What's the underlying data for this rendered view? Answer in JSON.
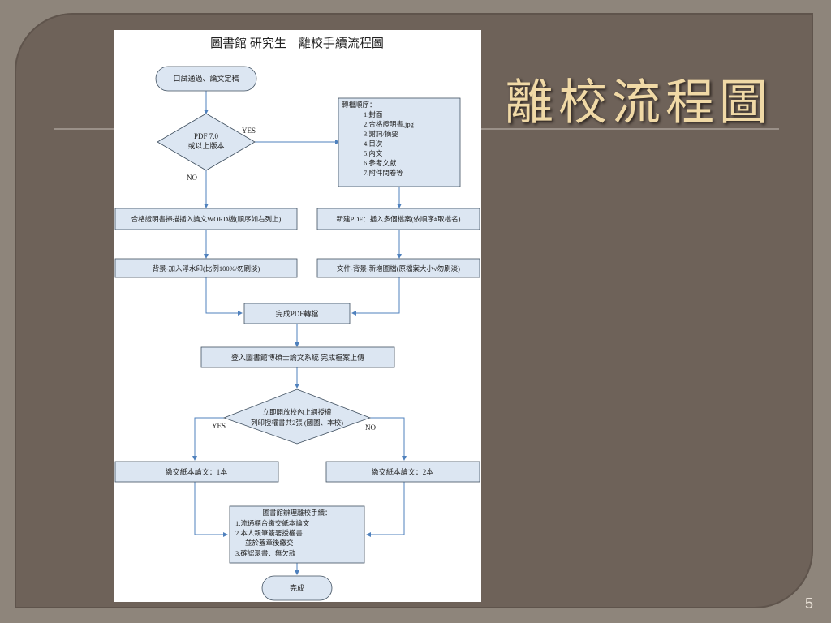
{
  "slide": {
    "title": "離校流程圖",
    "page_number": "5"
  },
  "flowchart": {
    "heading": "圖書館 研究生　離校手續流程圖",
    "start": "口試通過、論文定稿",
    "decision_pdf": {
      "line1": "PDF 7.0",
      "line2": "或以上版本",
      "yes": "YES",
      "no": "NO"
    },
    "convert_order": {
      "label": "轉檔順序：",
      "items": [
        "1.封面",
        "2.合格證明書.jpg",
        "3.謝詞/摘要",
        "4.目次",
        "5.內文",
        "6.參考文獻",
        "7.附件問卷等"
      ]
    },
    "left_step1": "合格證明書掃描插入論文WORD檔(順序如右列上)",
    "right_step1": "新建PDF：插入多個檔案(依順序#取檔名)",
    "left_step2": "背景-加入浮水印(比例100%/勿刷淡)",
    "right_step2": "文件-背景-新增圖檔(原檔案大小√勿刷淡)",
    "complete_pdf": "完成PDF轉檔",
    "upload": "登入圖書館博碩士論文系統 完成檔案上傳",
    "decision_auth": {
      "line1": "立即開放校內上網授權",
      "line2": "列印授權書共2張 (國圖、本校)",
      "yes": "YES",
      "no": "NO"
    },
    "submit_one": "繳交紙本論文：1本",
    "submit_two": "繳交紙本論文：2本",
    "library_procedure": {
      "label": "圖書館辦理離校手續：",
      "items": [
        "1.流通櫃台繳交紙本論文",
        "2.本人親筆簽署授權書",
        "並於蓋章後繳交",
        "3.確認還書、無欠款"
      ]
    },
    "end": "完成"
  },
  "colors": {
    "background": "#8e857b",
    "panel": "#6e6259",
    "title": "#f0d9a6",
    "node_fill": "#dce6f2",
    "arrow": "#4f81bd"
  }
}
